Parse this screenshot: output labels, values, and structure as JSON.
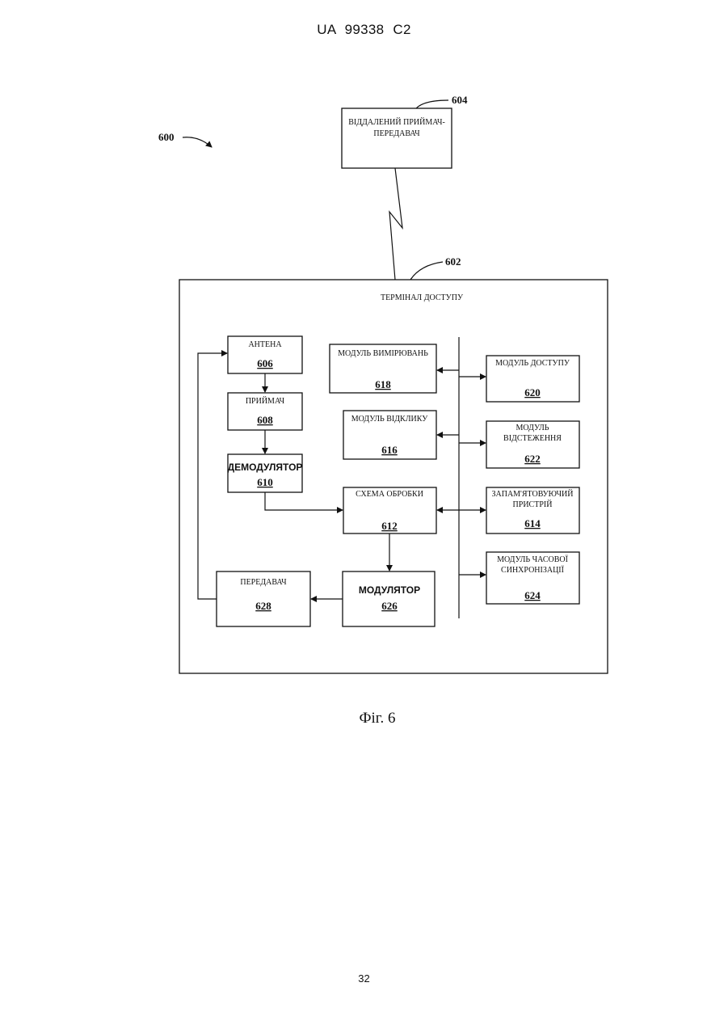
{
  "header": "UA 99338 C2",
  "page_number": "32",
  "figure_caption": "Фіг. 6",
  "refs": {
    "system": "600",
    "terminal": "602",
    "remote": "604"
  },
  "remote_transceiver": {
    "label_line1": "ВІДДАЛЕНИЙ ПРИЙМАЧ-",
    "label_line2": "ПЕРЕДАВАЧ"
  },
  "terminal": {
    "title": "ТЕРМІНАЛ ДОСТУПУ"
  },
  "blocks": {
    "antenna": {
      "label": "АНТЕНА",
      "number": "606"
    },
    "receiver": {
      "label": "ПРИЙМАЧ",
      "number": "608"
    },
    "demodulator": {
      "label": "ДЕМОДУЛЯТОР",
      "number": "610"
    },
    "processing": {
      "label": "СХЕМА ОБРОБКИ",
      "number": "612"
    },
    "modulator": {
      "label": "МОДУЛЯТОР",
      "number": "626"
    },
    "transmitter": {
      "label": "ПЕРЕДАВАЧ",
      "number": "628"
    },
    "measurement": {
      "label": "МОДУЛЬ ВИМІРЮВАНЬ",
      "number": "618"
    },
    "response": {
      "label": "МОДУЛЬ ВІДКЛИКУ",
      "number": "616"
    },
    "access": {
      "label": "МОДУЛЬ ДОСТУПУ",
      "number": "620"
    },
    "tracking": {
      "label_line1": "МОДУЛЬ",
      "label_line2": "ВІДСТЕЖЕННЯ",
      "number": "622"
    },
    "memory": {
      "label_line1": "ЗАПАМ'ЯТОВУЮЧИЙ",
      "label_line2": "ПРИСТРІЙ",
      "number": "614"
    },
    "timesync": {
      "label_line1": "МОДУЛЬ ЧАСОВОЇ",
      "label_line2": "СИНХРОНІЗАЦІЇ",
      "number": "624"
    }
  }
}
